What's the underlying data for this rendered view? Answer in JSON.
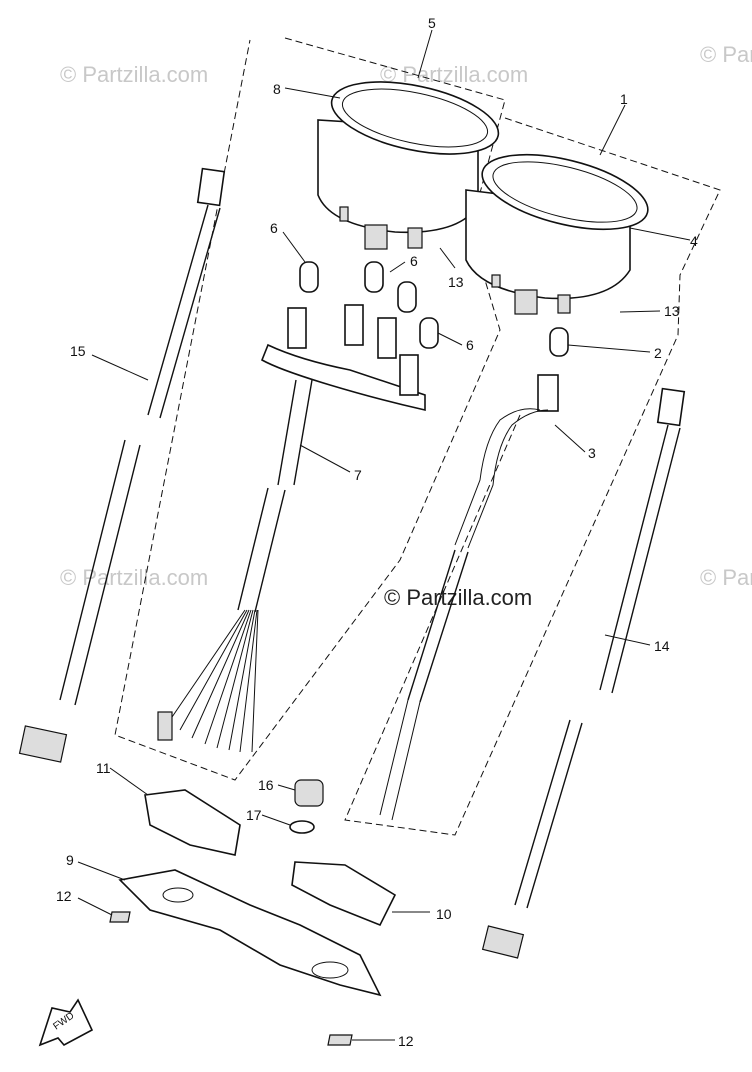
{
  "watermarks": {
    "main": "© Partzilla.com",
    "faint": "© Partzilla.com"
  },
  "fwd_label": "FWD",
  "callouts": {
    "c1": "1",
    "c2": "2",
    "c3": "3",
    "c4": "4",
    "c5": "5",
    "c6a": "6",
    "c6b": "6",
    "c6c": "6",
    "c7": "7",
    "c8": "8",
    "c9": "9",
    "c10": "10",
    "c11": "11",
    "c12a": "12",
    "c12b": "12",
    "c13a": "13",
    "c13b": "13",
    "c14": "14",
    "c15": "15",
    "c16": "16",
    "c17": "17"
  }
}
